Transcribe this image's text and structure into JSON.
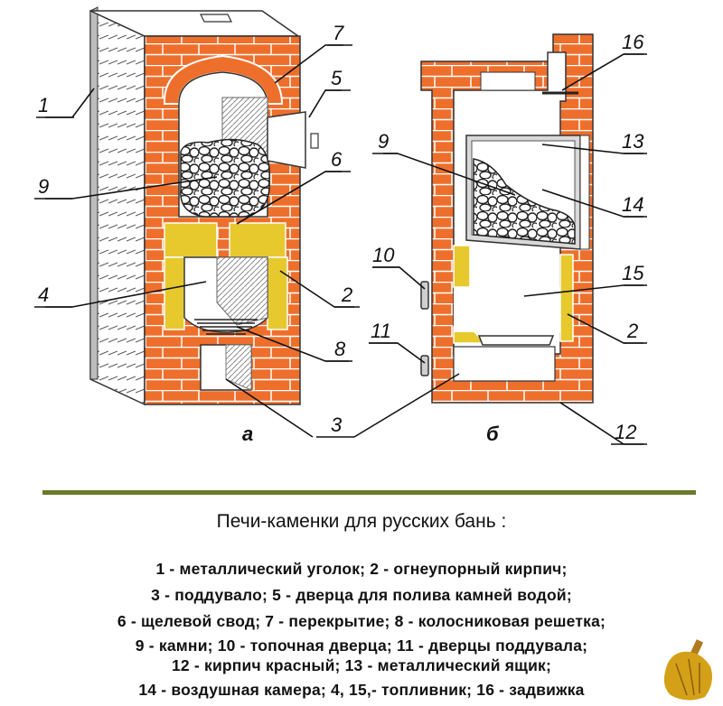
{
  "callouts": {
    "c1": "1",
    "c2a": "2",
    "c2b": "2",
    "c3": "3",
    "c4": "4",
    "c5": "5",
    "c6": "6",
    "c7": "7",
    "c8": "8",
    "c9a": "9",
    "c9b": "9",
    "c10": "10",
    "c11": "11",
    "c12": "12",
    "c13": "13",
    "c14": "14",
    "c15": "15",
    "c16": "16"
  },
  "view_labels": {
    "a": "а",
    "b": "б"
  },
  "caption": {
    "title": "Печи-каменки для русских бань  :",
    "lines": [
      "1 - металлический уголок; 2 - огнеупорный кирпич;",
      "3 - поддувало;  5 - дверца для полива камней водой;",
      "6 - щелевой свод; 7 - перекрытие; 8 - колосниковая решетка;",
      "9  - камни;   10 - топочная дверца; 11 - дверцы поддувала;",
      "12 - кирпич красный; 13 - металлический ящик;",
      "14 - воздушная камера;  4, 15,- топливник;  16 - задвижка"
    ]
  },
  "colors": {
    "brick": "#ee6f2c",
    "mortar": "#ffffff",
    "firebrick": "#e7c92e",
    "metal": "#c9c9c9",
    "divider": "#6b7a2a"
  }
}
